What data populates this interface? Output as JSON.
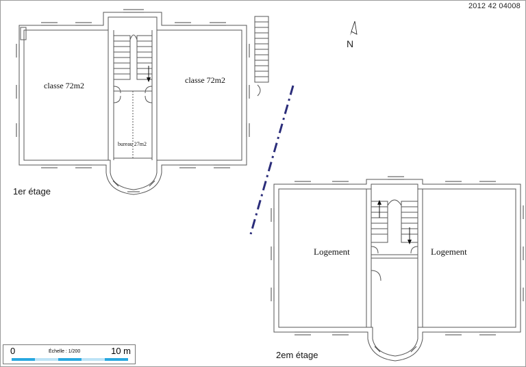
{
  "reference": "2012 42 04008",
  "floors": [
    {
      "label": "1er étage",
      "rooms": [
        "classe 72m2",
        "classe 72m2",
        "bureau 27m2"
      ]
    },
    {
      "label": "2em étage",
      "rooms": [
        "Logement",
        "Logement"
      ]
    }
  ],
  "north": {
    "label": "N"
  },
  "scale": {
    "start": "0",
    "end": "10 m",
    "caption": "Échelle : 1/200",
    "colors": [
      "#29a8e0",
      "#bde3f6"
    ]
  },
  "colors": {
    "walls": "#555555",
    "section_line": "#2b2d7a"
  }
}
